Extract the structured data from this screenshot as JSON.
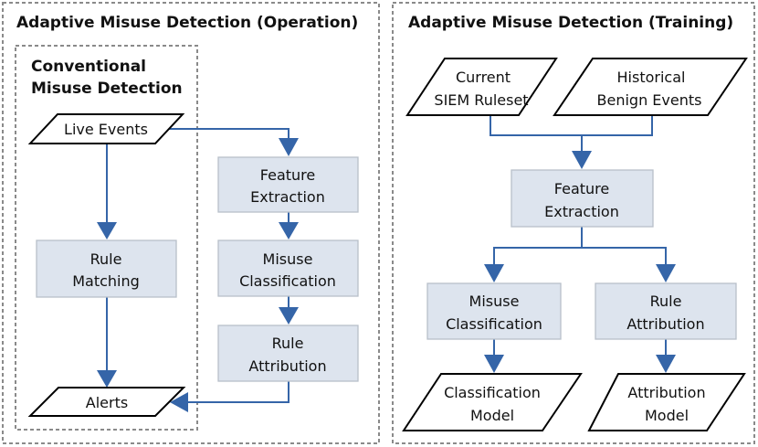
{
  "panels": {
    "operation": {
      "title": "Adaptive Misuse Detection (Operation)",
      "group": {
        "title_line1": "Conventional",
        "title_line2": "Misuse Detection"
      },
      "nodes": {
        "live_events": {
          "type": "input",
          "lines": [
            "Live Events"
          ]
        },
        "rule_matching": {
          "type": "process",
          "lines": [
            "Rule",
            "Matching"
          ]
        },
        "alerts": {
          "type": "output",
          "lines": [
            "Alerts"
          ]
        },
        "feature_extraction": {
          "type": "process",
          "lines": [
            "Feature",
            "Extraction"
          ]
        },
        "misuse_classification": {
          "type": "process",
          "lines": [
            "Misuse",
            "Classification"
          ]
        },
        "rule_attribution": {
          "type": "process",
          "lines": [
            "Rule",
            "Attribution"
          ]
        }
      },
      "edges": [
        {
          "from": "live_events",
          "to": "rule_matching"
        },
        {
          "from": "live_events",
          "to": "feature_extraction"
        },
        {
          "from": "rule_matching",
          "to": "alerts"
        },
        {
          "from": "feature_extraction",
          "to": "misuse_classification"
        },
        {
          "from": "misuse_classification",
          "to": "rule_attribution"
        },
        {
          "from": "rule_attribution",
          "to": "alerts"
        }
      ]
    },
    "training": {
      "title": "Adaptive Misuse Detection (Training)",
      "nodes": {
        "current_siem_ruleset": {
          "type": "input",
          "lines": [
            "Current",
            "SIEM Ruleset"
          ]
        },
        "historical_benign_events": {
          "type": "input",
          "lines": [
            "Historical",
            "Benign Events"
          ]
        },
        "feature_extraction": {
          "type": "process",
          "lines": [
            "Feature",
            "Extraction"
          ]
        },
        "misuse_classification": {
          "type": "process",
          "lines": [
            "Misuse",
            "Classification"
          ]
        },
        "rule_attribution": {
          "type": "process",
          "lines": [
            "Rule",
            "Attribution"
          ]
        },
        "classification_model": {
          "type": "output",
          "lines": [
            "Classification",
            "Model"
          ]
        },
        "attribution_model": {
          "type": "output",
          "lines": [
            "Attribution",
            "Model"
          ]
        }
      },
      "edges": [
        {
          "from": "current_siem_ruleset",
          "to": "feature_extraction"
        },
        {
          "from": "historical_benign_events",
          "to": "feature_extraction"
        },
        {
          "from": "feature_extraction",
          "to": "misuse_classification"
        },
        {
          "from": "feature_extraction",
          "to": "rule_attribution"
        },
        {
          "from": "misuse_classification",
          "to": "classification_model"
        },
        {
          "from": "rule_attribution",
          "to": "attribution_model"
        }
      ]
    }
  },
  "colors": {
    "arrow": "#3565a8",
    "process_fill": "#dde4ee",
    "process_border": "#b8c0ca",
    "frame_dash": "#8a8a8a"
  }
}
